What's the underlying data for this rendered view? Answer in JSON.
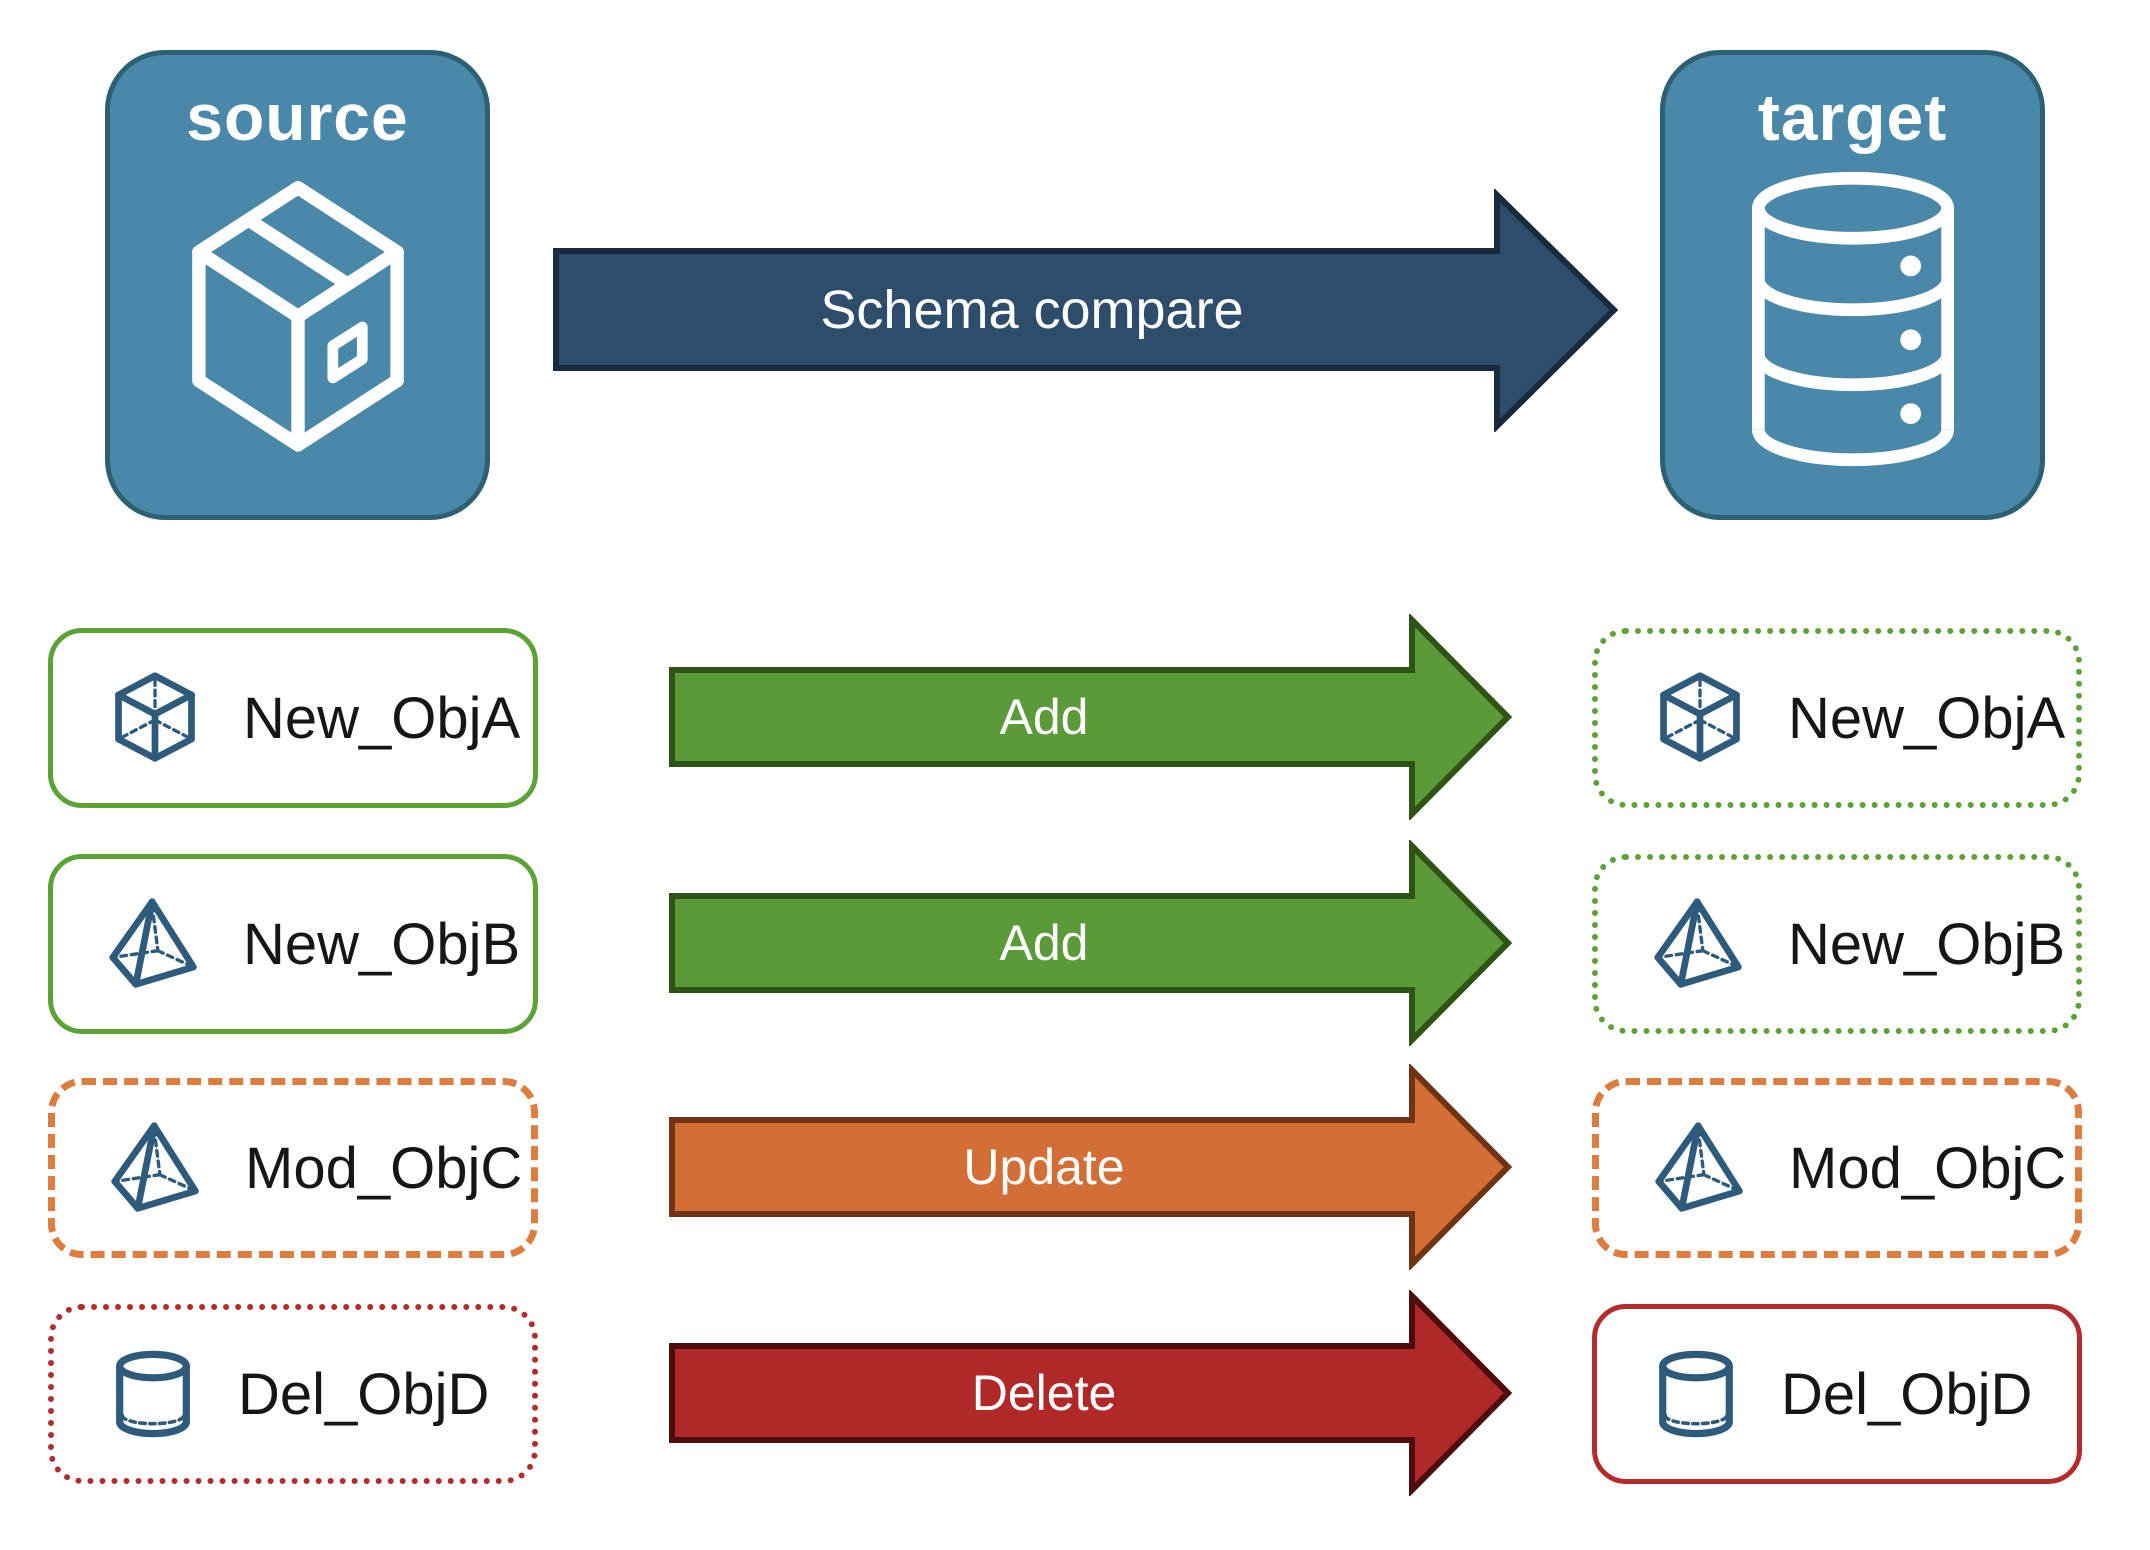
{
  "nodes": {
    "source": {
      "label": "source",
      "icon": "package-box-icon",
      "fill": "#4a88aa",
      "border": "#2e6073"
    },
    "target": {
      "label": "target",
      "icon": "database-icon",
      "fill": "#4a88aa",
      "border": "#2e6073"
    }
  },
  "schema_arrow": {
    "label": "Schema compare",
    "fill": "#2e4d6b",
    "stroke": "#182a3d"
  },
  "rows": [
    {
      "object": "New_ObjA",
      "icon": "cube-icon",
      "source_box": {
        "label": "New_ObjA",
        "border_style": "solid",
        "border_color": "#5ca335"
      },
      "arrow": {
        "label": "Add",
        "fill": "#5b9a39",
        "stroke": "#2d5414"
      },
      "target_box": {
        "label": "New_ObjA",
        "border_style": "dotted",
        "border_color": "#5ca335"
      }
    },
    {
      "object": "New_ObjB",
      "icon": "pyramid-icon",
      "source_box": {
        "label": "New_ObjB",
        "border_style": "solid",
        "border_color": "#5ca335"
      },
      "arrow": {
        "label": "Add",
        "fill": "#5b9a39",
        "stroke": "#2d5414"
      },
      "target_box": {
        "label": "New_ObjB",
        "border_style": "dotted",
        "border_color": "#5ca335"
      }
    },
    {
      "object": "Mod_ObjC",
      "icon": "pyramid-icon",
      "source_box": {
        "label": "Mod_ObjC",
        "border_style": "dashed",
        "border_color": "#dd7d3f"
      },
      "arrow": {
        "label": "Update",
        "fill": "#d36f36",
        "stroke": "#6e3413"
      },
      "target_box": {
        "label": "Mod_ObjC",
        "border_style": "dashed",
        "border_color": "#dd7d3f"
      }
    },
    {
      "object": "Del_ObjD",
      "icon": "cylinder-icon",
      "source_box": {
        "label": "Del_ObjD",
        "border_style": "dotted",
        "border_color": "#b52a2a"
      },
      "arrow": {
        "label": "Delete",
        "fill": "#b02828",
        "stroke": "#4e0d0d"
      },
      "target_box": {
        "label": "Del_ObjD",
        "border_style": "solid",
        "border_color": "#b52a2a"
      }
    }
  ],
  "colors": {
    "node_blue": "#4a88aa",
    "icon_stroke": "#2e5b7c",
    "add_green": "#5b9a39",
    "update_orange": "#d36f36",
    "delete_red": "#b02828",
    "text_dark": "#161616"
  }
}
